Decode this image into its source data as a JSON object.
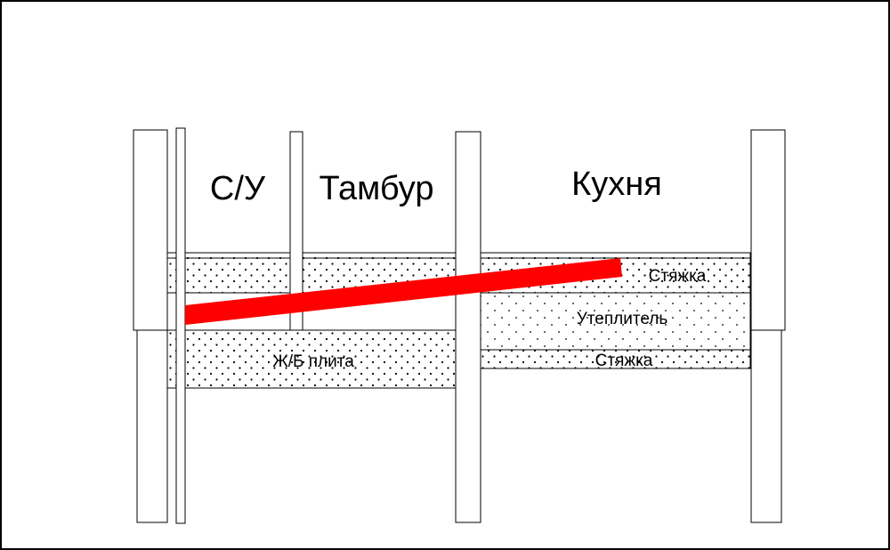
{
  "rooms": {
    "su": "С/У",
    "tambur": "Тамбур",
    "kitchen": "Кухня"
  },
  "layers": {
    "slab": "Ж/Б плита",
    "screed_top": "Стяжка",
    "insulation": "Утеплитель",
    "screed_bottom": "Стяжка"
  },
  "colors": {
    "highlight": "#ff0000",
    "line": "#000000",
    "background": "#ffffff"
  }
}
